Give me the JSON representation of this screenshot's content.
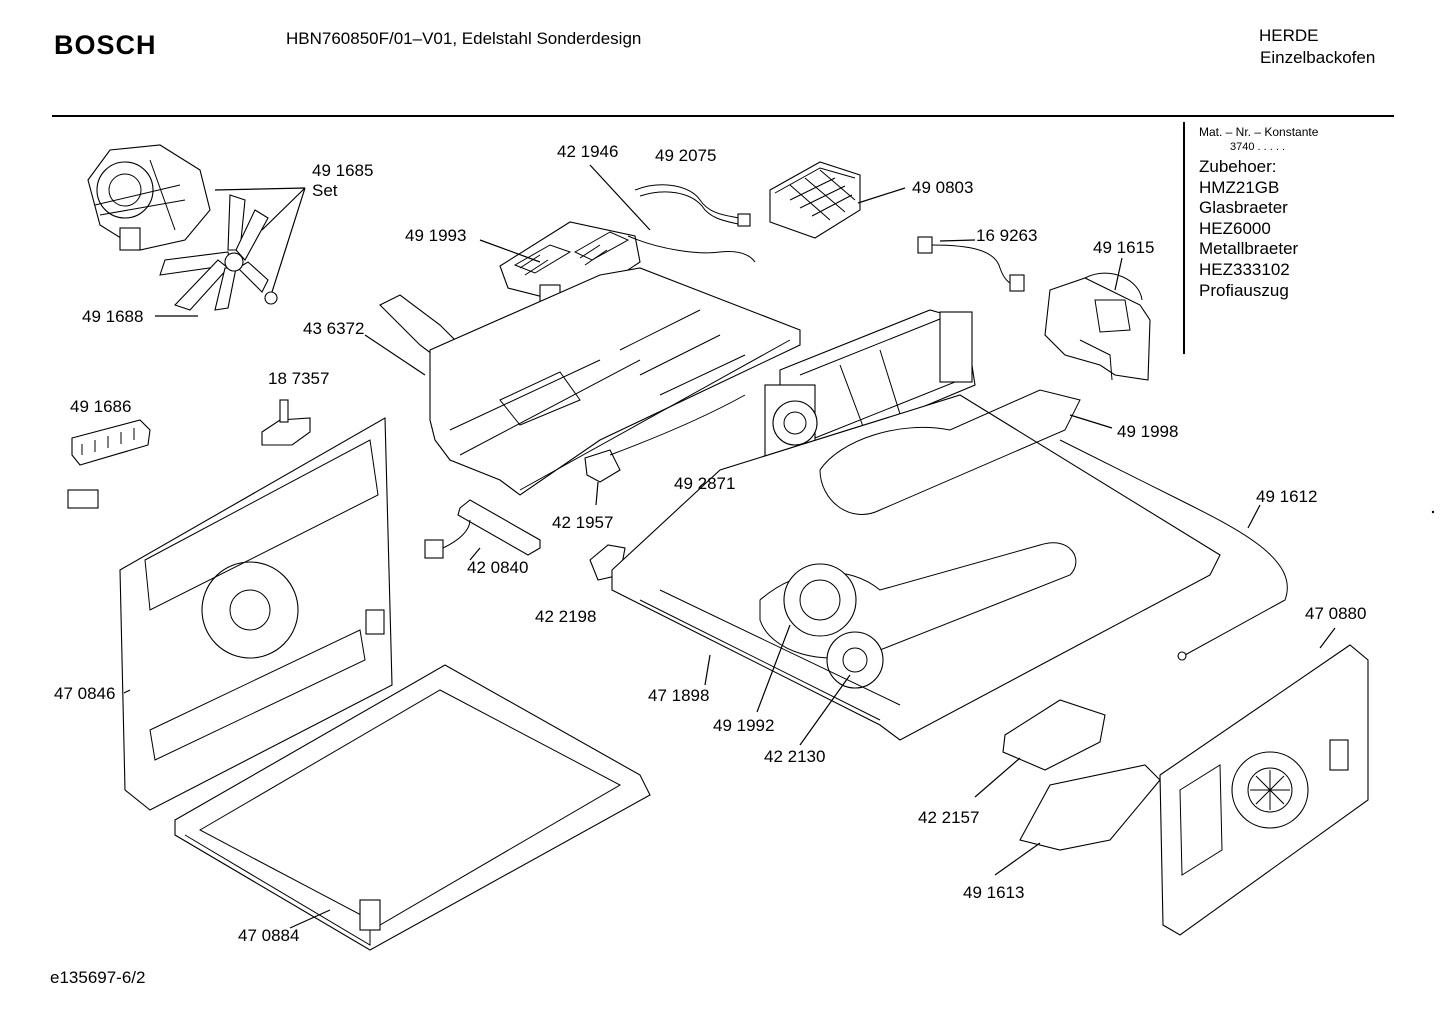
{
  "header": {
    "brand": "BOSCH",
    "model": "HBN760850F/01–V01, Edelstahl Sonderdesign",
    "category_line1": "HERDE",
    "category_line2": "Einzelbackofen"
  },
  "info_box": {
    "mat_label": "Mat. – Nr. – Konstante",
    "constant": "3740  .  .  .  .  .",
    "accessories": [
      "Zubehoer:",
      "HMZ21GB",
      "Glasbraeter",
      "HEZ6000",
      "Metallbraeter",
      "HEZ333102",
      "Profiauszug"
    ]
  },
  "footer": {
    "drawing_code": "e135697-6/2"
  },
  "parts": [
    "49 1685",
    "Set",
    "49 1688",
    "42 1946",
    "49 2075",
    "49 0803",
    "49 1993",
    "16 9263",
    "49 1615",
    "43 6372",
    "18 7357",
    "49 1686",
    "49 1998",
    "49 2871",
    "42 1957",
    "49 1612",
    "42 0840",
    "42 2198",
    "47 0880",
    "47 0846",
    "47 1898",
    "49 1992",
    "42 2130",
    "42 2157",
    "49 1613",
    "47 0884"
  ]
}
